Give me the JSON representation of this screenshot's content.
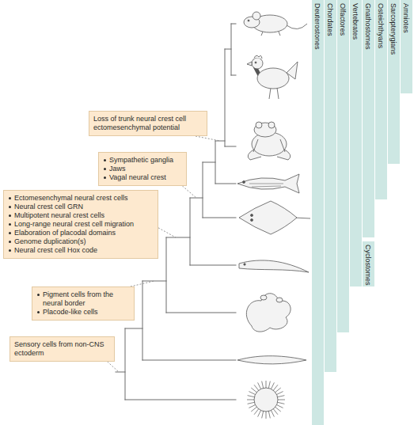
{
  "diagram": {
    "nodes": [
      {
        "text": [
          "Loss of trunk neural crest cell ectomesenchymal potential"
        ]
      },
      {
        "text": [
          "Sympathetic ganglia",
          "Jaws",
          "Vagal neural crest"
        ]
      },
      {
        "text": [
          "Ectomesenchymal neural crest cells",
          "Neural crest cell GRN",
          "Multipotent neural crest cells",
          "Long-range neural crest cell migration",
          "Elaboration of placodal domains",
          "Genome duplication(s)",
          "Neural crest cell Hox code"
        ]
      },
      {
        "text": [
          "Pigment cells from the neural border",
          "Placode-like cells"
        ]
      },
      {
        "text": [
          "Sensory cells from non-CNS ectoderm"
        ]
      },
      {
        "text": [
          "Deuterostones"
        ]
      },
      {
        "text": [
          "Chordates"
        ]
      },
      {
        "text": [
          "Olfactores"
        ]
      },
      {
        "text": [
          "Vertebrates"
        ]
      },
      {
        "text": [
          "Gnathostomes"
        ]
      },
      {
        "text": [
          "Cyclostomes"
        ]
      },
      {
        "text": [
          "Osteichthyans"
        ]
      },
      {
        "text": [
          "Sarcopterygians"
        ]
      },
      {
        "text": [
          "Amniotes"
        ]
      }
    ]
  }
}
